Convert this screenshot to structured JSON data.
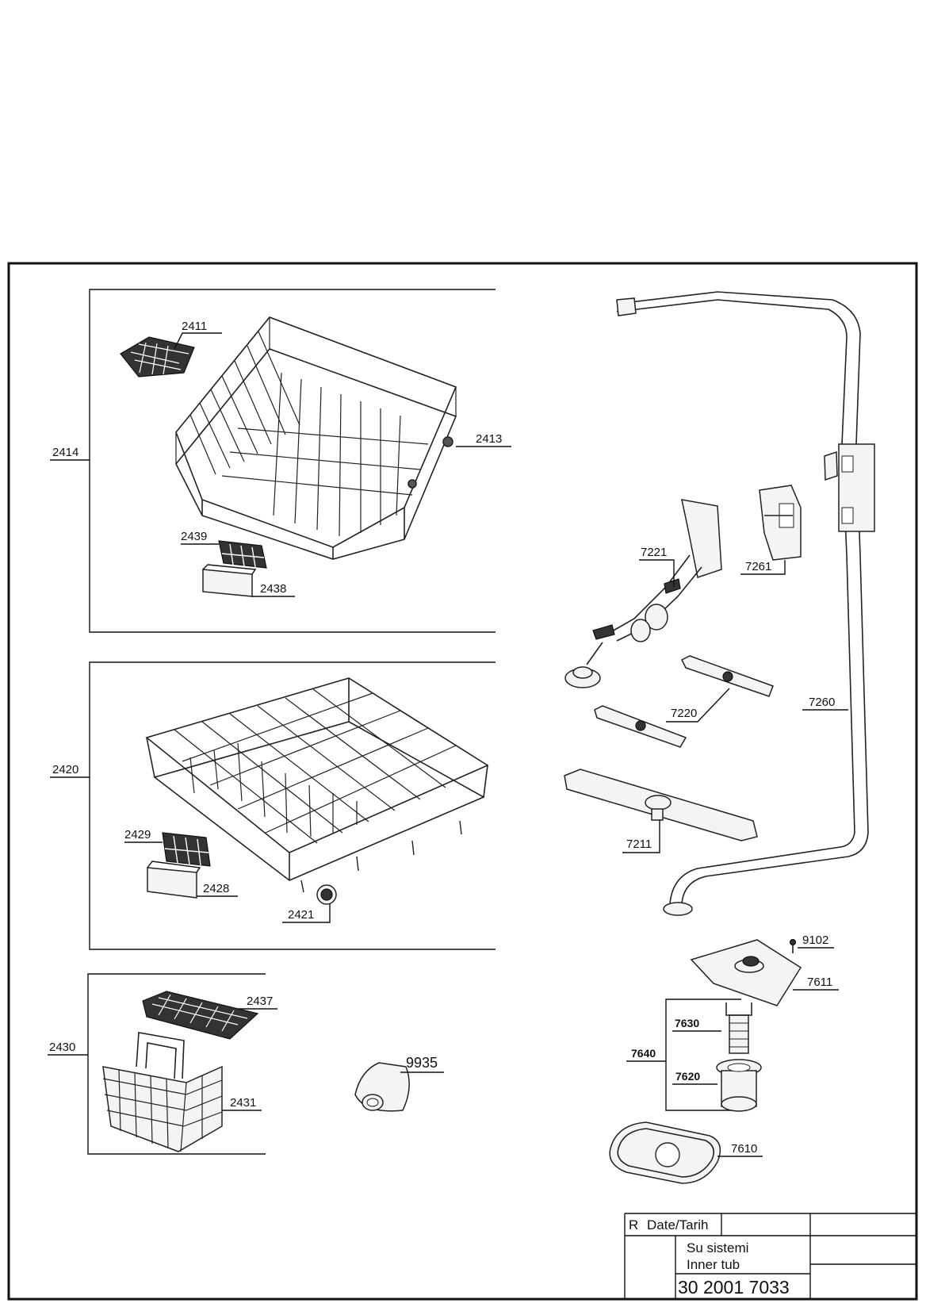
{
  "title_block": {
    "rev_label": "R",
    "date_label": "Date/Tarih",
    "name_tr": "Su sistemi",
    "name_en": "Inner tub",
    "drawing_number": "30 2001 7033"
  },
  "parts": {
    "p2411": "2411",
    "p2414": "2414",
    "p2413": "2413",
    "p2439": "2439",
    "p2438": "2438",
    "p2420": "2420",
    "p2429": "2429",
    "p2428": "2428",
    "p2421": "2421",
    "p2430": "2430",
    "p2437": "2437",
    "p2431": "2431",
    "p9935": "9935",
    "p7221": "7221",
    "p7261": "7261",
    "p7260": "7260",
    "p7220": "7220",
    "p7211": "7211",
    "p9102": "9102",
    "p7611": "7611",
    "p7630": "7630",
    "p7640": "7640",
    "p7620": "7620",
    "p7610": "7610"
  }
}
